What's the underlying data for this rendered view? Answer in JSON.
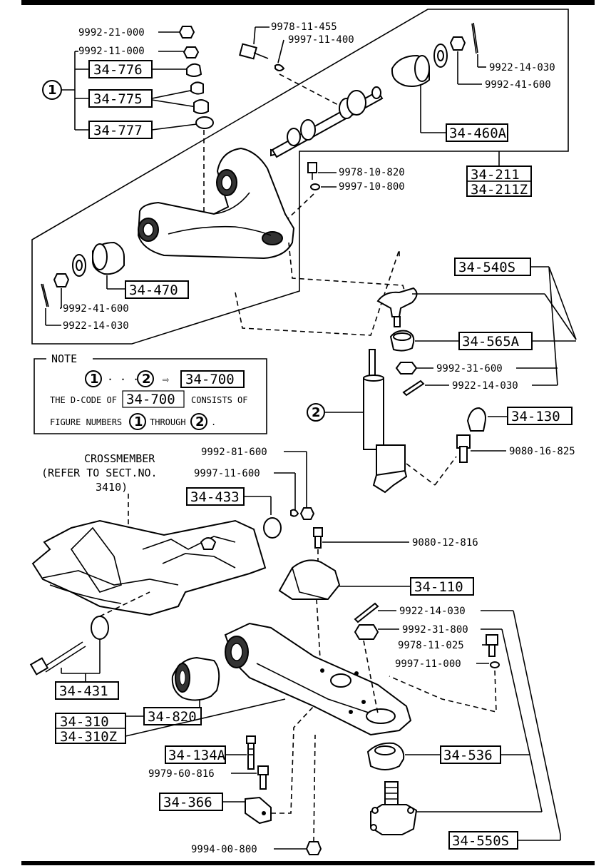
{
  "labels": {
    "l_9992_21_000": "9992-21-000",
    "l_9992_11_000": "9992-11-000",
    "l_9978_11_455": "9978-11-455",
    "l_9997_11_400": "9997-11-400",
    "l_9922_14_030_a": "9922-14-030",
    "l_9992_41_600_a": "9992-41-600",
    "l_9978_10_820": "9978-10-820",
    "l_9997_10_800": "9997-10-800",
    "l_9992_41_600_b": "9992-41-600",
    "l_9922_14_030_b": "9922-14-030",
    "l_9992_31_600": "9992-31-600",
    "l_9922_14_030_c": "9922-14-030",
    "l_9080_16_825": "9080-16-825",
    "l_9992_81_600": "9992-81-600",
    "l_9997_11_600": "9997-11-600",
    "l_9080_12_816": "9080-12-816",
    "l_9922_14_030_d": "9922-14-030",
    "l_9992_31_800": "9992-31-800",
    "l_9978_11_025": "9978-11-025",
    "l_9997_11_000": "9997-11-000",
    "l_9979_60_816": "9979-60-816",
    "l_9994_00_800": "9994-00-800"
  },
  "boxes": {
    "b_34_776": "34-776",
    "b_34_775": "34-775",
    "b_34_777": "34-777",
    "b_34_460A": "34-460A",
    "b_34_211": "34-211",
    "b_34_211Z": "34-211Z",
    "b_34_470": "34-470",
    "b_34_540S": "34-540S",
    "b_34_565A": "34-565A",
    "b_34_130": "34-130",
    "b_34_433": "34-433",
    "b_34_110": "34-110",
    "b_34_431": "34-431",
    "b_34_310": "34-310",
    "b_34_310Z": "34-310Z",
    "b_34_820": "34-820",
    "b_34_134A": "34-134A",
    "b_34_366": "34-366",
    "b_34_536": "34-536",
    "b_34_550S": "34-550S"
  },
  "circles": {
    "one": "1",
    "two": "2"
  },
  "note": {
    "title": "NOTE",
    "dots": "· · ·",
    "arrow": "⇨",
    "target": "34-700",
    "line2_a": "THE D-CODE OF",
    "line2_box": "34-700",
    "line2_b": "CONSISTS OF",
    "line3_a": "FIGURE NUMBERS",
    "line3_b": "THROUGH",
    "line3_c": "."
  },
  "crossmember": {
    "line1": "CROSSMEMBER",
    "line2": "(REFER TO SECT.NO.",
    "line3": "3410)"
  }
}
